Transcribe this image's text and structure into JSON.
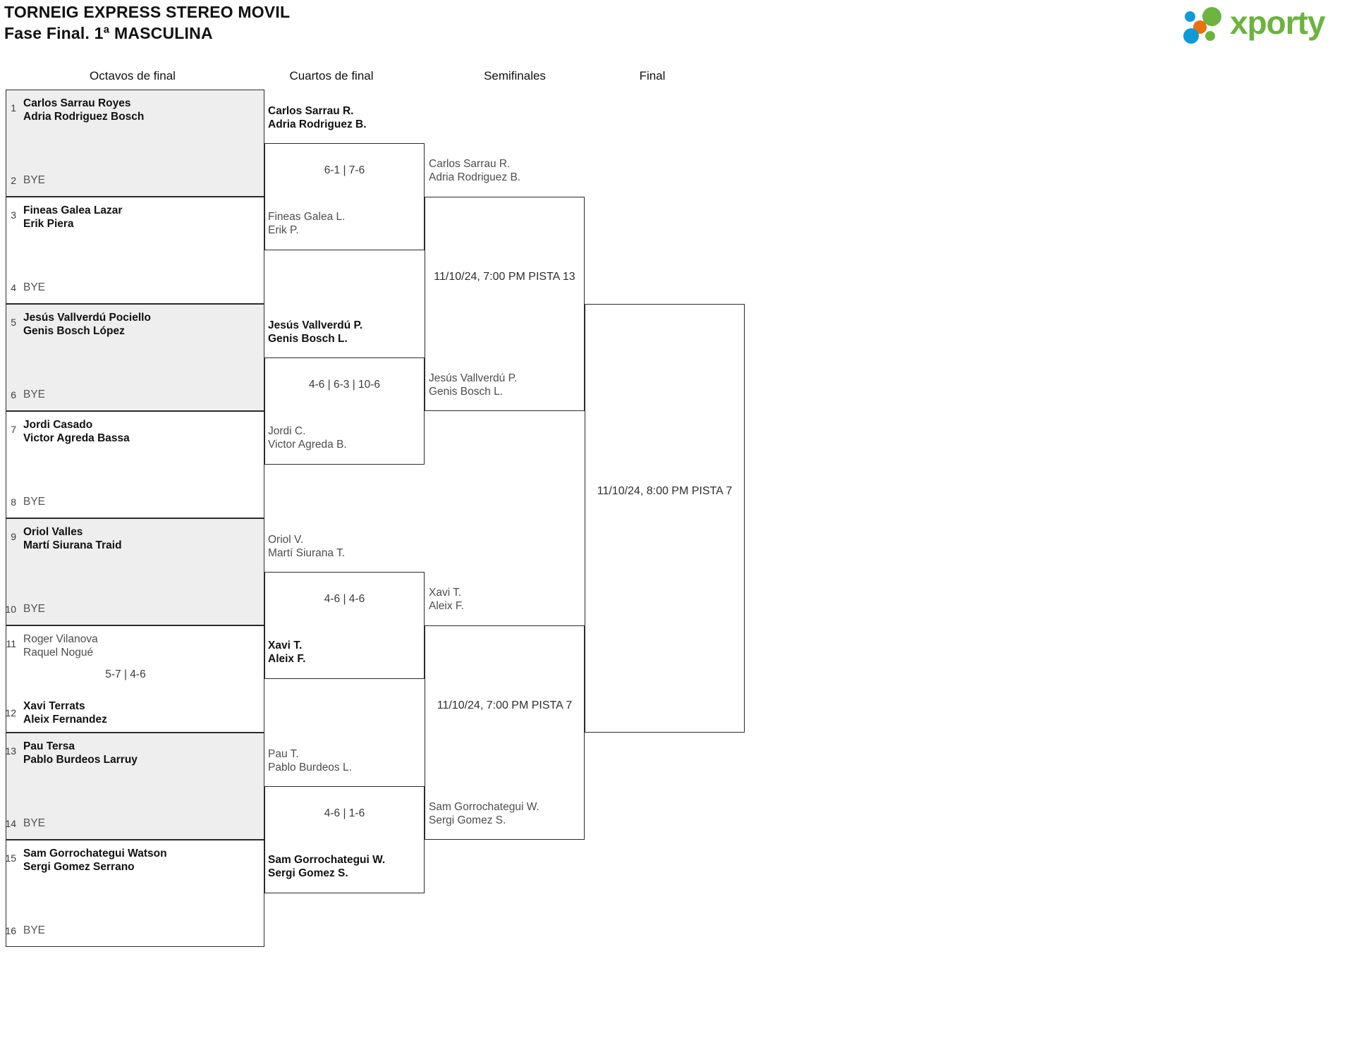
{
  "header": {
    "title_line1": "TORNEIG EXPRESS STEREO MOVIL",
    "title_line2": "Fase Final. 1ª MASCULINA",
    "logo_text": "xporty",
    "logo_colors": {
      "blue": "#0f9bd7",
      "orange": "#e8720c",
      "green": "#6cb33f"
    }
  },
  "rounds": [
    {
      "label": "Octavos de final"
    },
    {
      "label": "Cuartos de final"
    },
    {
      "label": "Semifinales"
    },
    {
      "label": "Final"
    }
  ],
  "round1": {
    "entries": [
      {
        "seed": "1",
        "line1": "Carlos Sarrau Royes",
        "line2": "Adria Rodriguez Bosch",
        "state": "win"
      },
      {
        "seed": "2",
        "line1": "BYE",
        "line2": "",
        "state": "bye"
      },
      {
        "seed": "3",
        "line1": "Fineas Galea Lazar",
        "line2": "Erik Piera",
        "state": "win"
      },
      {
        "seed": "4",
        "line1": "BYE",
        "line2": "",
        "state": "bye"
      },
      {
        "seed": "5",
        "line1": "Jesús Vallverdú Pociello",
        "line2": "Genis Bosch López",
        "state": "win"
      },
      {
        "seed": "6",
        "line1": "BYE",
        "line2": "",
        "state": "bye"
      },
      {
        "seed": "7",
        "line1": "Jordi Casado",
        "line2": "Victor Agreda Bassa",
        "state": "win"
      },
      {
        "seed": "8",
        "line1": "BYE",
        "line2": "",
        "state": "bye"
      },
      {
        "seed": "9",
        "line1": "Oriol Valles",
        "line2": "Martí Siurana Traid",
        "state": "win"
      },
      {
        "seed": "10",
        "line1": "BYE",
        "line2": "",
        "state": "bye"
      },
      {
        "seed": "11",
        "line1": "Roger Vilanova",
        "line2": "Raquel Nogué",
        "state": "lose"
      },
      {
        "seed": "12",
        "line1": "Xavi Terrats",
        "line2": "Aleix Fernandez",
        "state": "win"
      },
      {
        "seed": "13",
        "line1": "Pau Tersa",
        "line2": "Pablo Burdeos Larruy",
        "state": "win"
      },
      {
        "seed": "14",
        "line1": "BYE",
        "line2": "",
        "state": "bye"
      },
      {
        "seed": "15",
        "line1": "Sam Gorrochategui Watson",
        "line2": "Sergi Gomez Serrano",
        "state": "win"
      },
      {
        "seed": "16",
        "line1": "BYE",
        "line2": "",
        "state": "bye"
      }
    ],
    "scores": [
      "",
      "",
      "",
      "",
      "5-7 | 4-6",
      "",
      "",
      ""
    ]
  },
  "round2": {
    "matches": [
      {
        "top": {
          "line1": "Carlos Sarrau R.",
          "line2": "Adria Rodriguez B.",
          "state": "win"
        },
        "bottom": {
          "line1": "Fineas Galea L.",
          "line2": "Erik P.",
          "state": "lose"
        },
        "score": "6-1 | 7-6"
      },
      {
        "top": {
          "line1": "Jesús Vallverdú P.",
          "line2": "Genis Bosch L.",
          "state": "win"
        },
        "bottom": {
          "line1": "Jordi C.",
          "line2": "Victor Agreda B.",
          "state": "lose"
        },
        "score": "4-6 | 6-3 | 10-6"
      },
      {
        "top": {
          "line1": "Oriol V.",
          "line2": "Martí Siurana T.",
          "state": "lose"
        },
        "bottom": {
          "line1": "Xavi T.",
          "line2": "Aleix F.",
          "state": "win"
        },
        "score": "4-6 | 4-6"
      },
      {
        "top": {
          "line1": "Pau T.",
          "line2": "Pablo Burdeos L.",
          "state": "lose"
        },
        "bottom": {
          "line1": "Sam Gorrochategui W.",
          "line2": "Sergi Gomez S.",
          "state": "win"
        },
        "score": "4-6 | 1-6"
      }
    ]
  },
  "round3": {
    "matches": [
      {
        "top": {
          "line1": "Carlos Sarrau R.",
          "line2": "Adria Rodriguez B.",
          "state": "lose"
        },
        "bottom": {
          "line1": "Jesús Vallverdú P.",
          "line2": "Genis Bosch L.",
          "state": "lose"
        },
        "schedule": "11/10/24, 7:00 PM PISTA 13"
      },
      {
        "top": {
          "line1": "Xavi T.",
          "line2": "Aleix F.",
          "state": "lose"
        },
        "bottom": {
          "line1": "Sam Gorrochategui W.",
          "line2": "Sergi Gomez S.",
          "state": "lose"
        },
        "schedule": "11/10/24, 7:00 PM PISTA 7"
      }
    ]
  },
  "round4": {
    "matches": [
      {
        "top": {
          "line1": "",
          "line2": "",
          "state": "lose"
        },
        "bottom": {
          "line1": "",
          "line2": "",
          "state": "lose"
        },
        "schedule": "11/10/24, 8:00 PM PISTA 7"
      }
    ]
  }
}
